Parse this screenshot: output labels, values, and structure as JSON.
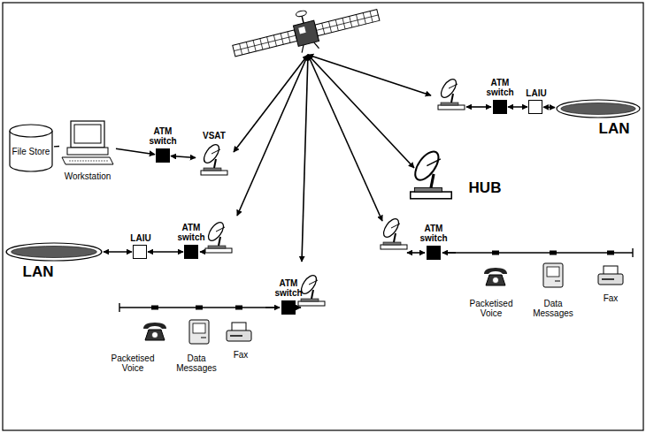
{
  "diagram": {
    "nodes": [
      {
        "text": [
          "File Store"
        ]
      },
      {
        "text": [
          "Workstation"
        ]
      },
      {
        "text": [
          "ATM switch"
        ]
      },
      {
        "text": [
          "VSAT"
        ]
      },
      {
        "text": [
          "ATM switch"
        ]
      },
      {
        "text": [
          "LAIU"
        ]
      },
      {
        "text": [
          "LAN"
        ]
      },
      {
        "text": [
          "LAN"
        ]
      },
      {
        "text": [
          "LAIU"
        ]
      },
      {
        "text": [
          "ATM switch"
        ]
      },
      {
        "text": [
          "ATM switch"
        ]
      },
      {
        "text": [
          "ATM switch"
        ]
      }
    ],
    "edges": [
      {
        "from": 0,
        "to": 1,
        "arrow": "none"
      },
      {
        "from": 1,
        "to": 2,
        "arrow": "to"
      },
      {
        "from": 2,
        "to": 3,
        "arrow": "both"
      },
      {
        "from": 4,
        "to": 5,
        "arrow": "both"
      },
      {
        "from": 5,
        "to": 6,
        "arrow": "both"
      },
      {
        "from": 7,
        "to": 8,
        "arrow": "both"
      },
      {
        "from": 8,
        "to": 9,
        "arrow": "both"
      }
    ],
    "labels": [
      "HUB",
      "Packetised Voice",
      "Data Messages",
      "Fax",
      "Packetised Voice",
      "Data Messages",
      "Fax"
    ]
  }
}
